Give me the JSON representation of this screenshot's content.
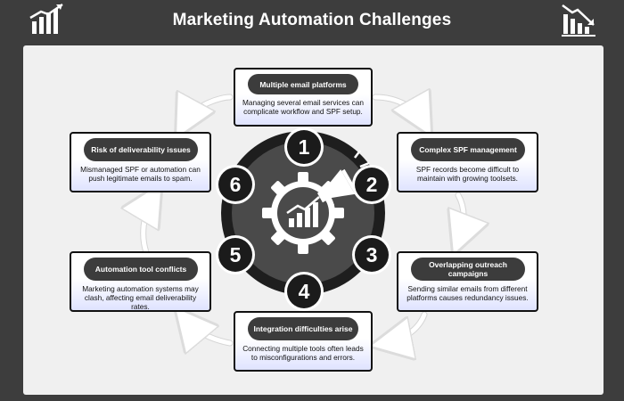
{
  "title": "Marketing Automation Challenges",
  "icons": {
    "left": "growth-chart-icon",
    "right": "decline-chart-icon",
    "center": "gear-megaphone-chart-icon"
  },
  "colors": {
    "background": "#3d3d3d",
    "panel": "#f0f0f0",
    "pill": "#3c3c3c",
    "hub": "#1b1b1b",
    "card_tint": "#dfe3ff"
  },
  "steps": [
    {
      "number": "1",
      "title": "Multiple email platforms",
      "description": "Managing several email services can complicate workflow and SPF setup."
    },
    {
      "number": "2",
      "title": "Complex SPF management",
      "description": "SPF records become difficult to maintain with growing toolsets."
    },
    {
      "number": "3",
      "title": "Overlapping outreach campaigns",
      "description": "Sending similar emails from different platforms causes redundancy issues."
    },
    {
      "number": "4",
      "title": "Integration difficulties arise",
      "description": "Connecting multiple tools often leads to misconfigurations and errors."
    },
    {
      "number": "5",
      "title": "Automation tool conflicts",
      "description": "Marketing automation systems may clash, affecting email deliverability rates."
    },
    {
      "number": "6",
      "title": "Risk of deliverability issues",
      "description": "Mismanaged SPF or automation can push legitimate emails to spam."
    }
  ]
}
